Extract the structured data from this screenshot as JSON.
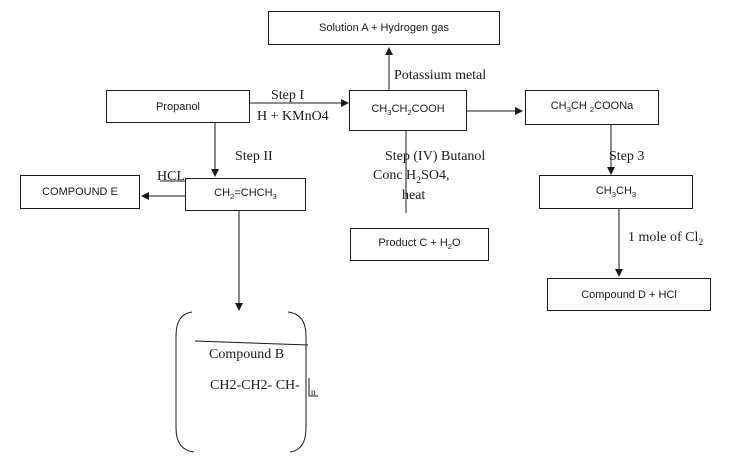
{
  "boxes": {
    "solution_a": "Solution A + Hydrogen gas",
    "propanol": "Propanol",
    "compound_e": "COMPOUND E",
    "product_c_prefix": "Product C + H",
    "product_c_sub": "2",
    "product_c_suffix": "O",
    "compound_d": "Compound D + HCl",
    "compound_b": "Compound B"
  },
  "formulas": {
    "propanoic": {
      "p1": "CH",
      "s1": "3",
      "p2": "CH",
      "s2": "2",
      "p3": "COOH"
    },
    "propanoate": {
      "p1": "CH",
      "s1": "3",
      "p2": "CH ",
      "s2": "2",
      "p3": "COONa"
    },
    "propene": {
      "p1": "CH",
      "s1": "2",
      "p2": "=CHCH",
      "s2": "3"
    },
    "ethane": {
      "p1": "CH",
      "s1": "3",
      "p2": "CH",
      "s2": "3"
    },
    "polymer": "CH2-CH2- CH-",
    "polymer_n": "n"
  },
  "labels": {
    "step1": "Step I",
    "reagent1": "H + KMnO4",
    "potassium": "Potassium metal",
    "step2": "Step II",
    "hcl": "HCL",
    "step4_line1": "Step (IV) Butanol",
    "step4_conc_prefix": "Conc H",
    "step4_conc_sub": "2",
    "step4_conc_suffix": "SO4,",
    "step4_heat": "heat",
    "step3": "Step 3",
    "chlorine_prefix": "1 mole of Cl",
    "chlorine_sub": "2"
  }
}
